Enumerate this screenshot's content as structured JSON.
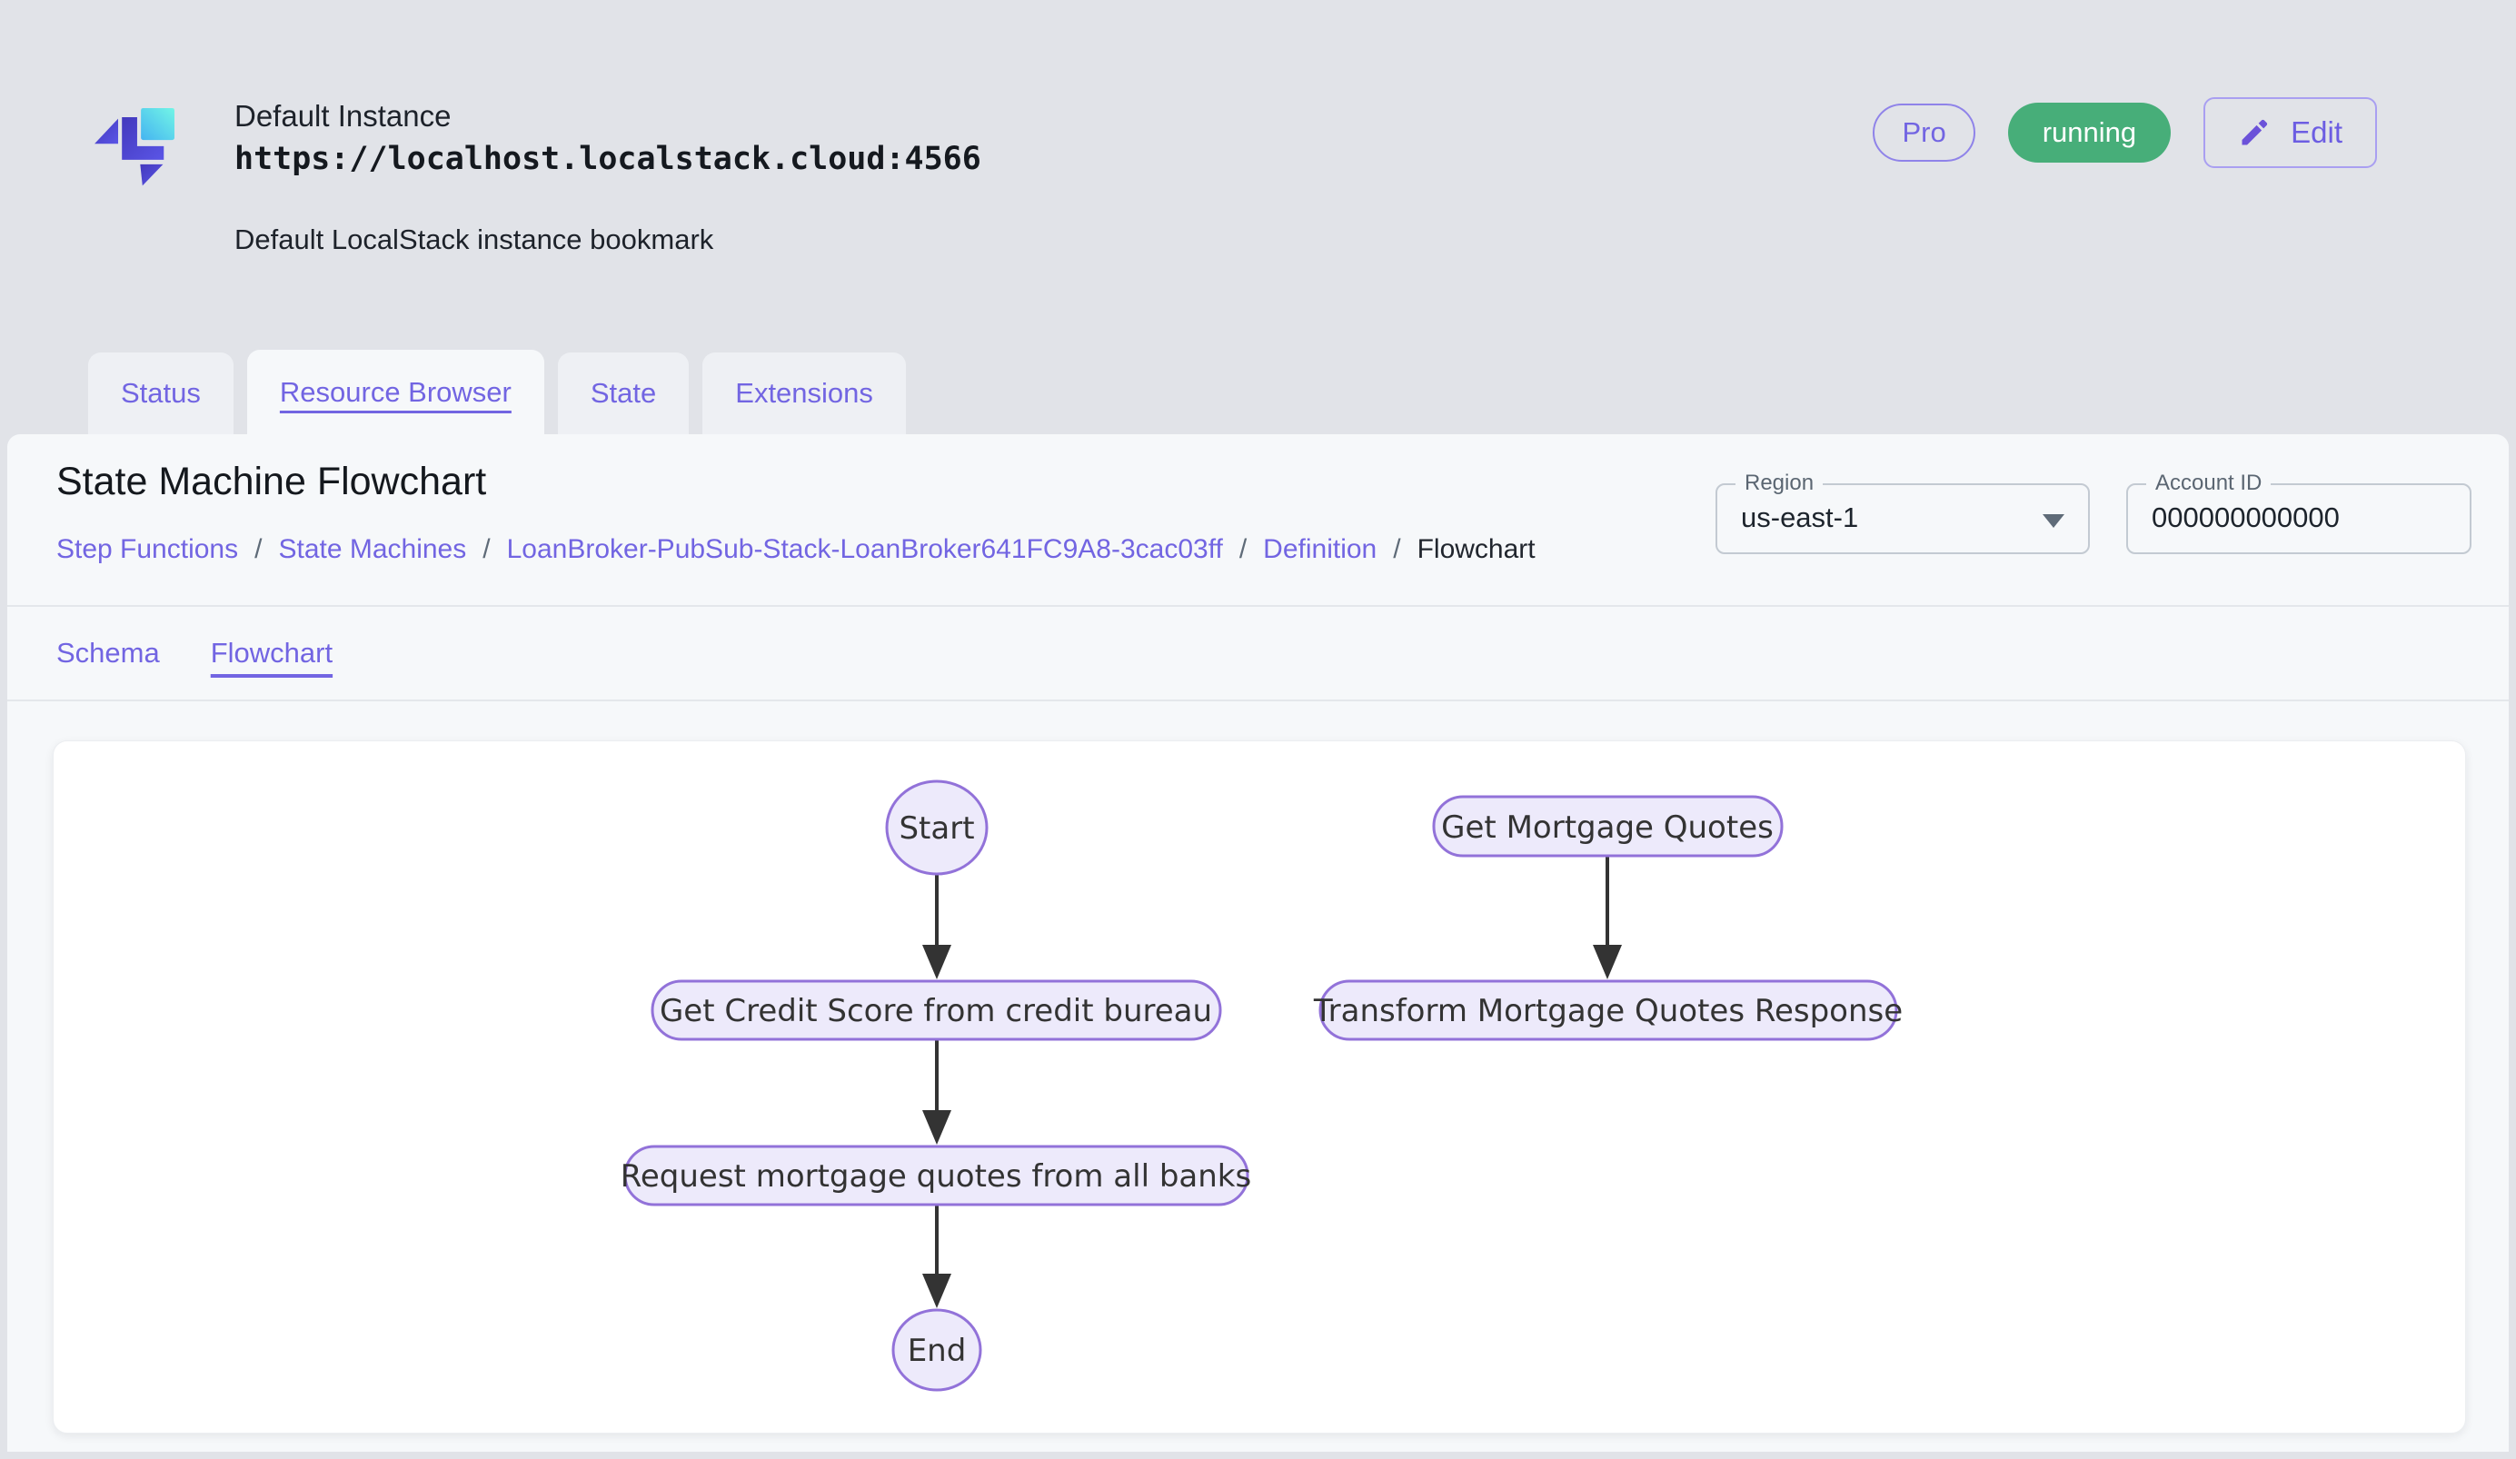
{
  "header": {
    "instance_name": "Default Instance",
    "instance_url": "https://localhost.localstack.cloud:4566",
    "instance_description": "Default LocalStack instance bookmark",
    "pro_badge_label": "Pro",
    "status_badge_label": "running",
    "edit_button_label": "Edit",
    "logo_icon": "localstack-logo",
    "edit_icon": "pencil-icon"
  },
  "tabs": [
    {
      "label": "Status",
      "active": false
    },
    {
      "label": "Resource Browser",
      "active": true
    },
    {
      "label": "State",
      "active": false
    },
    {
      "label": "Extensions",
      "active": false
    }
  ],
  "page": {
    "title": "State Machine Flowchart",
    "breadcrumb_separator": "/",
    "breadcrumbs": [
      {
        "label": "Step Functions",
        "current": false
      },
      {
        "label": "State Machines",
        "current": false
      },
      {
        "label": "LoanBroker-PubSub-Stack-LoanBroker641FC9A8-3cac03ff",
        "current": false
      },
      {
        "label": "Definition",
        "current": false
      },
      {
        "label": "Flowchart",
        "current": true
      }
    ],
    "region": {
      "label": "Region",
      "value": "us-east-1",
      "caret_icon": "caret-down-icon"
    },
    "account_id": {
      "label": "Account ID",
      "value": "000000000000"
    },
    "subtabs": [
      {
        "label": "Schema",
        "active": false
      },
      {
        "label": "Flowchart",
        "active": true
      }
    ]
  },
  "flowchart": {
    "nodes": [
      {
        "id": "start",
        "label": "Start",
        "shape": "circle"
      },
      {
        "id": "credit-score",
        "label": "Get Credit Score from credit bureau",
        "shape": "rounded-rect"
      },
      {
        "id": "request-quotes",
        "label": "Request mortgage quotes from all banks",
        "shape": "rounded-rect"
      },
      {
        "id": "end",
        "label": "End",
        "shape": "circle"
      },
      {
        "id": "get-quotes",
        "label": "Get Mortgage Quotes",
        "shape": "rounded-rect"
      },
      {
        "id": "transform-response",
        "label": "Transform Mortgage Quotes Response",
        "shape": "rounded-rect"
      }
    ],
    "edges": [
      {
        "from": "start",
        "to": "credit-score"
      },
      {
        "from": "credit-score",
        "to": "request-quotes"
      },
      {
        "from": "request-quotes",
        "to": "end"
      },
      {
        "from": "get-quotes",
        "to": "transform-response"
      }
    ]
  },
  "colors": {
    "accent_purple": "#7265e2",
    "status_green": "#47ae79",
    "node_fill": "#edeafb",
    "node_stroke": "#9272d9",
    "arrow": "#333333",
    "header_background": "#e1e3e8",
    "panel_background": "#f6f8fa"
  }
}
